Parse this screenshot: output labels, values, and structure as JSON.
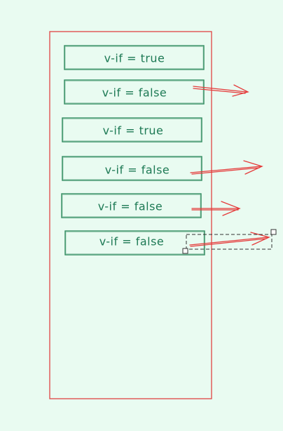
{
  "colors": {
    "background": "#e9fbf1",
    "outer_frame": "#e04444",
    "box_stroke": "#2e8a5e",
    "text": "#1e7a55",
    "arrow": "#e53b3b",
    "selection": "#333333"
  },
  "boxes": [
    {
      "label": "v-if = true"
    },
    {
      "label": "v-if = false"
    },
    {
      "label": "v-if = true"
    },
    {
      "label": "v-if = false"
    },
    {
      "label": "v-if = false"
    },
    {
      "label": "v-if = false"
    }
  ]
}
